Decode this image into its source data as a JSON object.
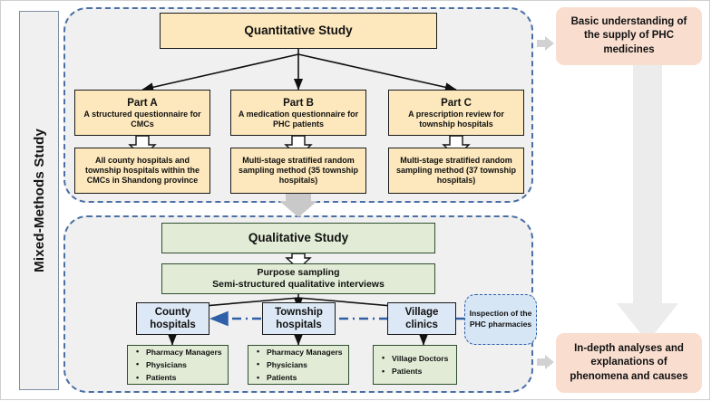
{
  "figure": {
    "side_label": "Mixed-Methods Study"
  },
  "quantitative": {
    "header": "Quantitative Study",
    "parts": [
      {
        "title": "Part A",
        "sub": "A structured questionnaire for CMCs",
        "method": "All county hospitals and township hospitals within the CMCs in Shandong province"
      },
      {
        "title": "Part B",
        "sub": "A medication questionnaire for PHC patients",
        "method": "Multi-stage stratified random sampling method (35 township hospitals)"
      },
      {
        "title": "Part C",
        "sub": "A prescription review for township hospitals",
        "method": "Multi-stage stratified random sampling method (37 township hospitals)"
      }
    ]
  },
  "qualitative": {
    "header": "Qualitative Study",
    "sampling_line1": "Purpose sampling",
    "sampling_line2": "Semi-structured qualitative interviews",
    "sites": [
      {
        "name_line1": "County",
        "name_line2": "hospitals",
        "participants": [
          "Pharmacy Managers",
          "Physicians",
          "Patients"
        ]
      },
      {
        "name_line1": "Township",
        "name_line2": "hospitals",
        "participants": [
          "Pharmacy Managers",
          "Physicians",
          "Patients"
        ]
      },
      {
        "name_line1": "Village",
        "name_line2": "clinics",
        "participants": [
          "Village Doctors",
          "Patients"
        ]
      }
    ],
    "inspection_line1": "Inspection of the",
    "inspection_line2": "PHC pharmacies"
  },
  "outcomes": [
    "Basic understanding  of the supply of PHC medicines",
    "In-depth analyses and explanations of phenomena and causes"
  ],
  "colors": {
    "quantitative_fill": "#fce8bc",
    "qualitative_fill": "#e1ebd5",
    "site_fill": "#dce8f5",
    "outcome_fill": "#f9ded0",
    "group_border": "#4a6fa5",
    "group_fill": "#f0f0f0",
    "dashed_connector": "#2f5fa8",
    "gray_arrow": "#e8e8e8"
  }
}
